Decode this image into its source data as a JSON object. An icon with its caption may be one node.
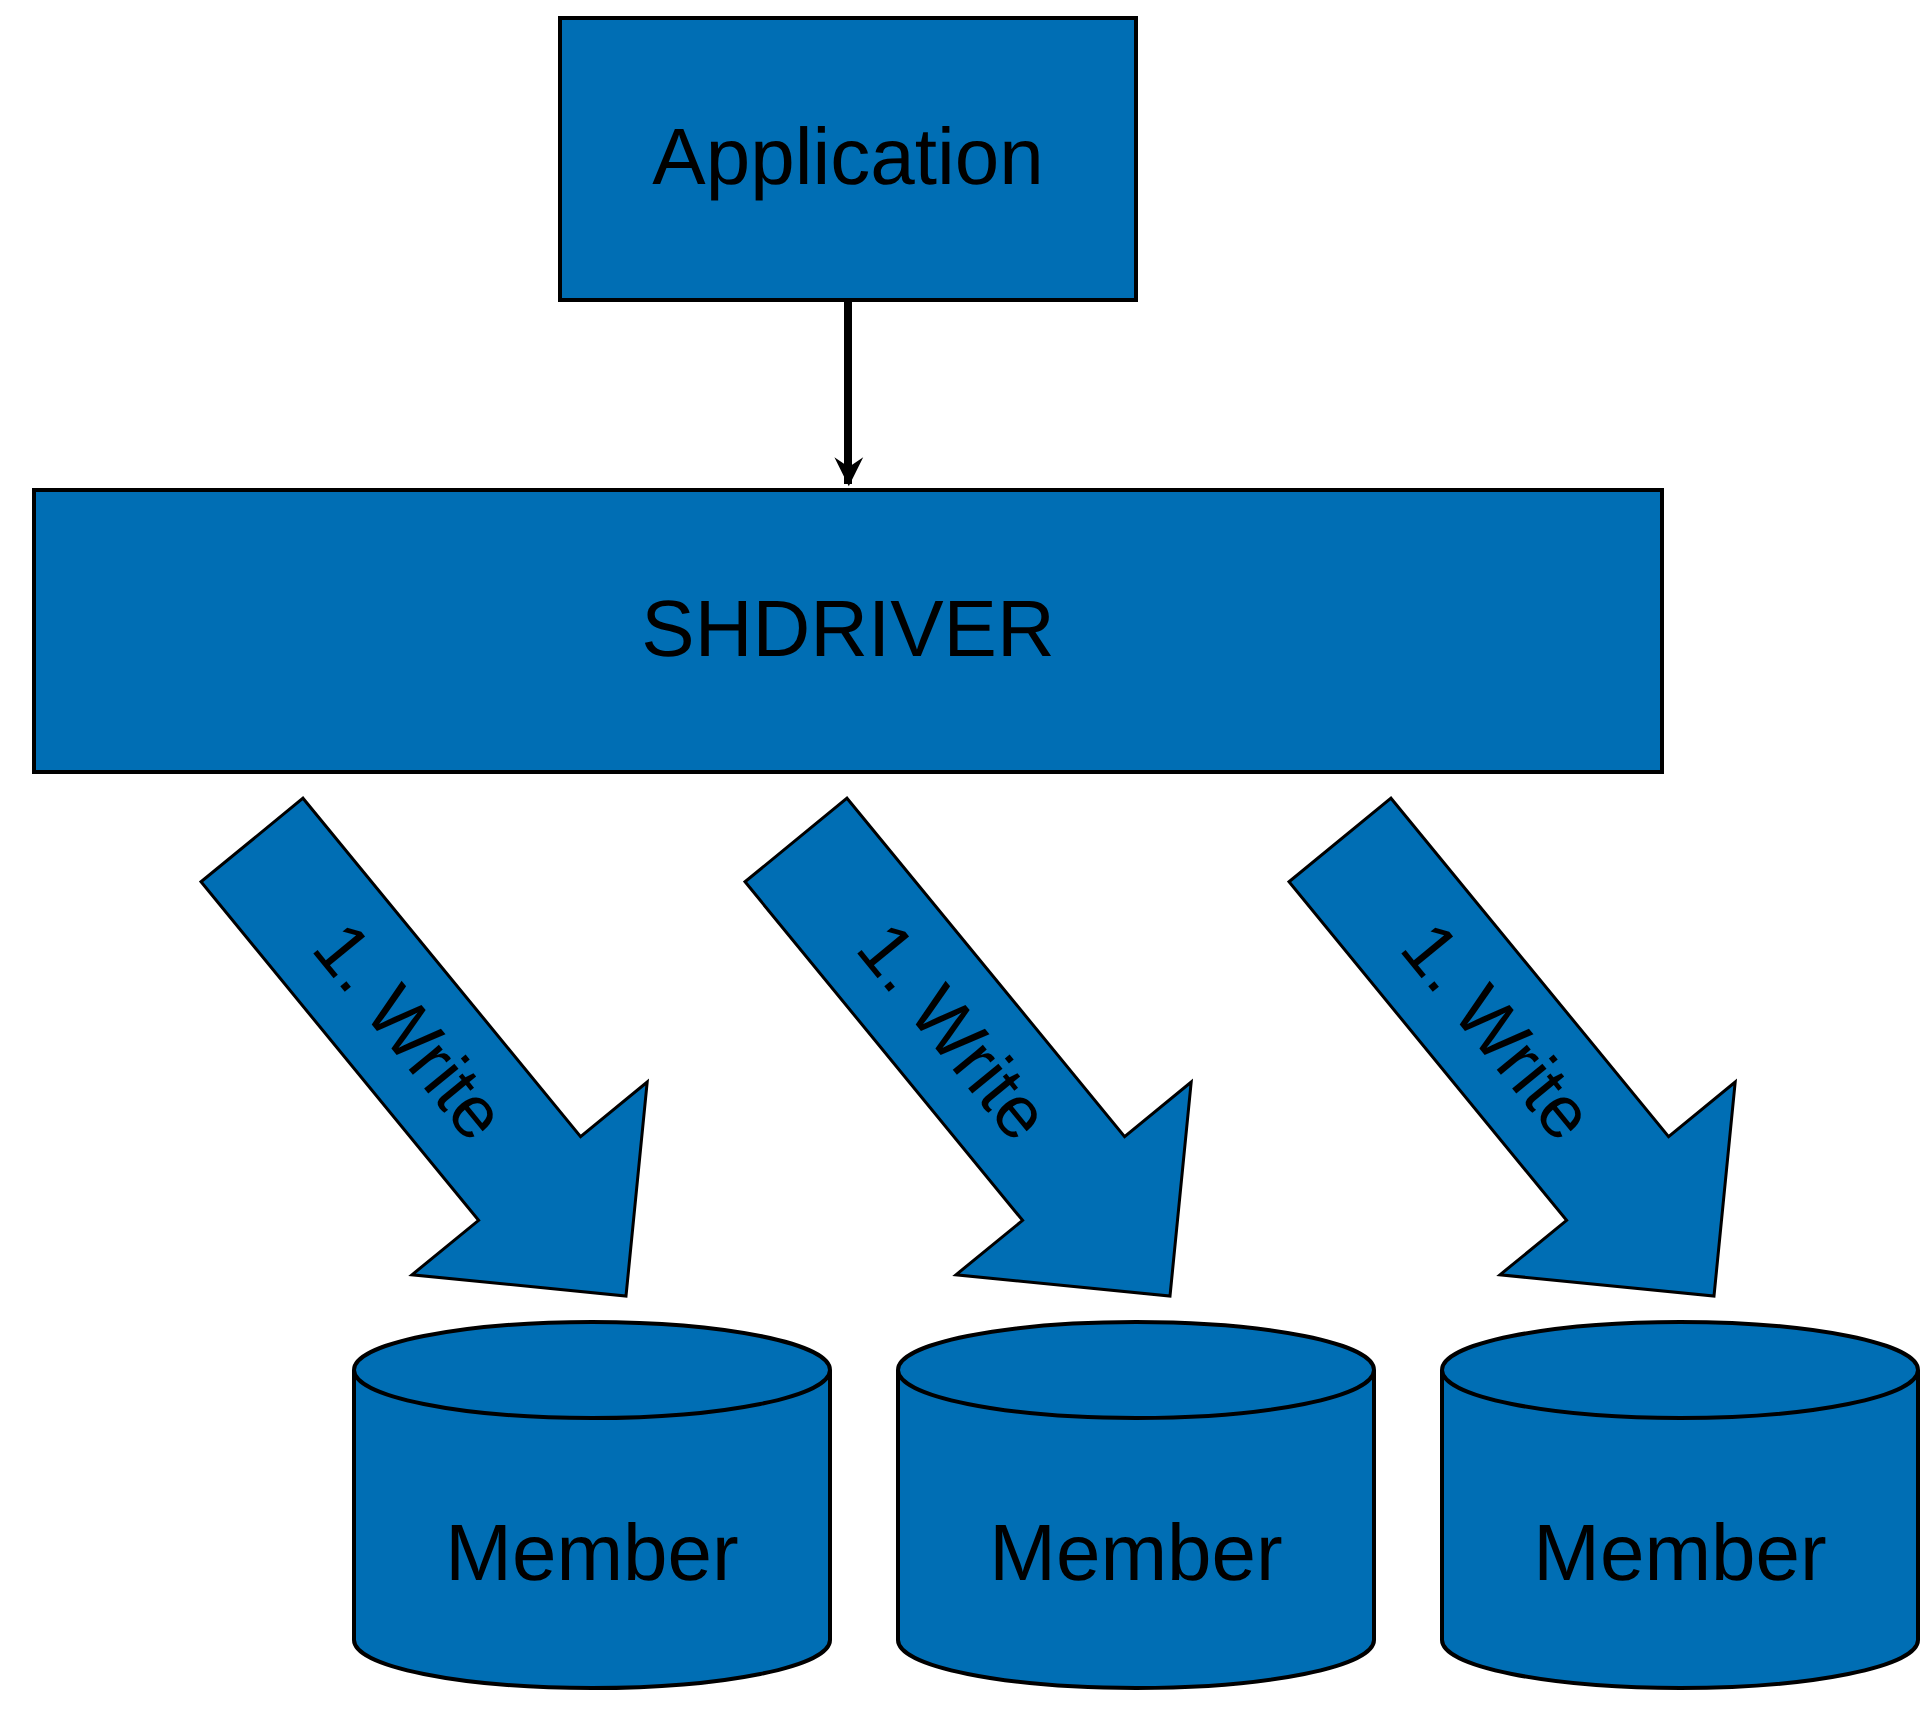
{
  "diagram": {
    "nodes": [
      {
        "text": [
          "Application"
        ]
      },
      {
        "text": [
          "SHDRIVER"
        ]
      },
      {
        "text": [
          "Member"
        ]
      },
      {
        "text": [
          "Member"
        ]
      },
      {
        "text": [
          "Member"
        ]
      }
    ],
    "edges": [
      {
        "from": 0,
        "to": 1,
        "arrow": "to"
      },
      {
        "from": 1,
        "to": 2,
        "arrow": "to",
        "label": "1. Write",
        "style": "thick"
      },
      {
        "from": 1,
        "to": 3,
        "arrow": "to",
        "label": "1. Write",
        "style": "thick"
      },
      {
        "from": 1,
        "to": 4,
        "arrow": "to",
        "label": "1. Write",
        "style": "thick"
      }
    ]
  }
}
